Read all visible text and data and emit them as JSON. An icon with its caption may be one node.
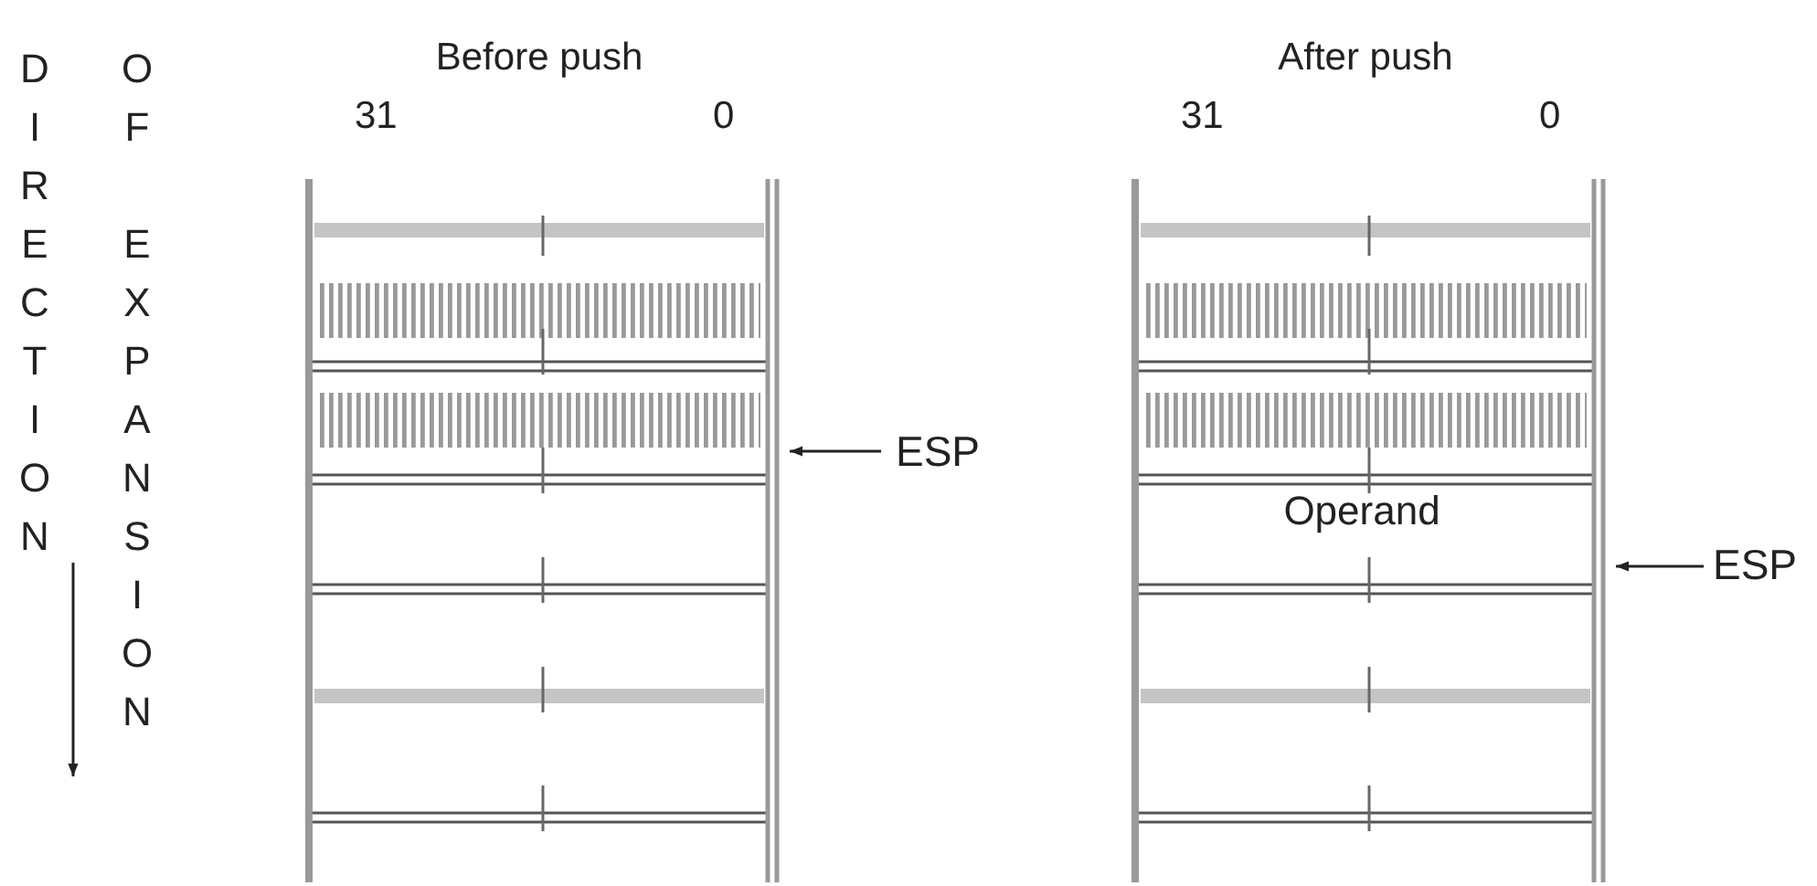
{
  "diagram": {
    "nodes": [
      {
        "text": [
          "Before push"
        ]
      },
      {
        "text": [
          "After push"
        ]
      },
      {
        "text": [
          "Operand"
        ],
        "in": 1
      },
      {
        "text": [
          "ESP"
        ]
      },
      {
        "text": [
          "ESP"
        ]
      }
    ],
    "edges": [
      {
        "from": 3,
        "to": 0,
        "arrow": "to"
      },
      {
        "from": 4,
        "to": 1,
        "arrow": "to"
      }
    ],
    "labels": [
      "DIRECTION",
      "OF EXPANSION",
      "31",
      "0",
      "31",
      "0"
    ]
  }
}
